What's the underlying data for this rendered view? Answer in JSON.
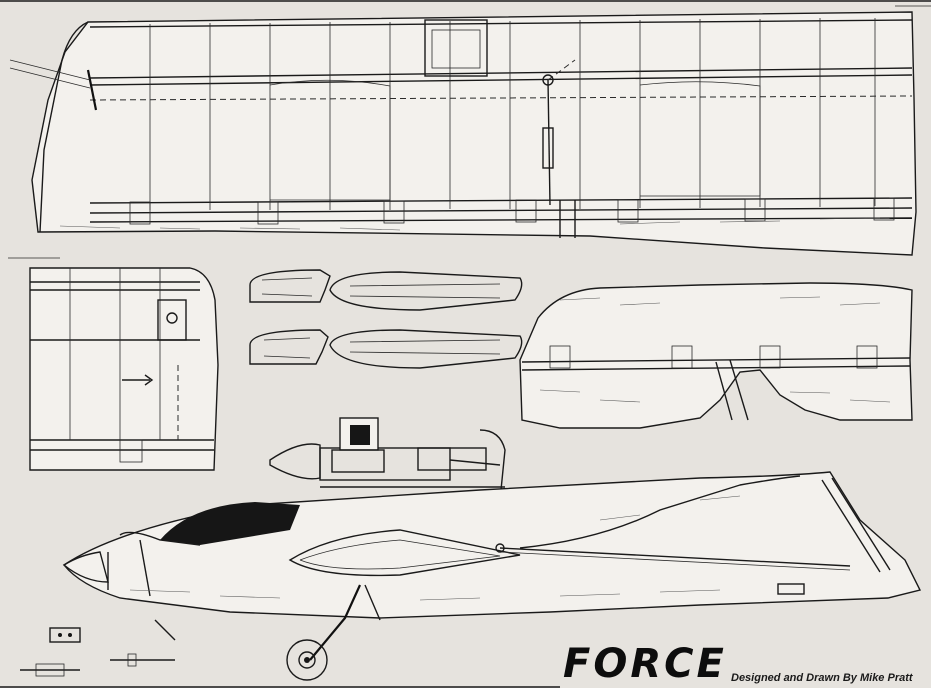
{
  "title": "FORCE",
  "credit": "Designed and Drawn By Mike Pratt",
  "colors": {
    "paper": "#e6e3de",
    "ink": "#1a1a1a",
    "fill": "#161616"
  },
  "views": [
    "wing-plan-view",
    "wing-cross-section",
    "wing-rib-templates",
    "engine-mount-side-view",
    "stabilizer-elevator-plan-view",
    "fuselage-side-view",
    "hardware-details"
  ]
}
